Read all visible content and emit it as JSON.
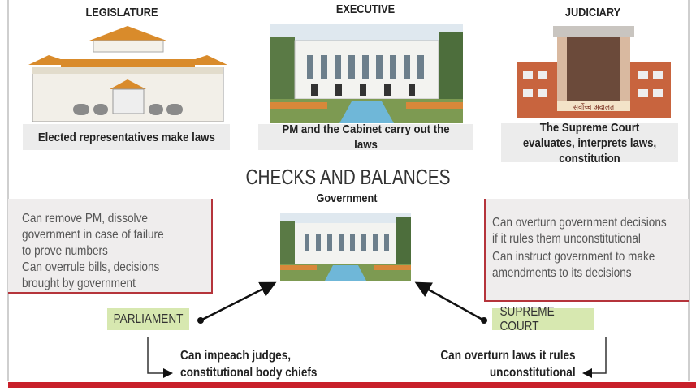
{
  "branches": [
    {
      "heading": "LEGISLATURE",
      "caption": "Elected representatives make laws"
    },
    {
      "heading": "EXECUTIVE",
      "caption": "PM and the Cabinet carry out the laws"
    },
    {
      "heading": "JUDICIARY",
      "caption": "The Supreme Court evaluates, interprets laws, constitution",
      "sign": "सर्वोच्च अदालत"
    }
  ],
  "checks": {
    "title": "CHECKS AND BALANCES",
    "center_label": "Government",
    "parliament": {
      "label": "PARLIAMENT",
      "powers": [
        "Can remove PM, dissolve",
        "government in case of failure",
        "to prove numbers",
        "Can overrule bills, decisions",
        "brought by government"
      ],
      "note": [
        "Can impeach judges,",
        "constitutional body chiefs"
      ]
    },
    "supreme_court": {
      "label": "SUPREME COURT",
      "powers": [
        "Can overturn government decisions",
        "if it rules them unconstitutional",
        "Can instruct government to make",
        "amendments to its decisions"
      ],
      "note": [
        "Can overturn laws it rules",
        "unconstitutional"
      ]
    }
  },
  "colors": {
    "accent_red": "#c8202a",
    "tag_green": "#d7e8b0",
    "box_gray": "#efeded"
  }
}
